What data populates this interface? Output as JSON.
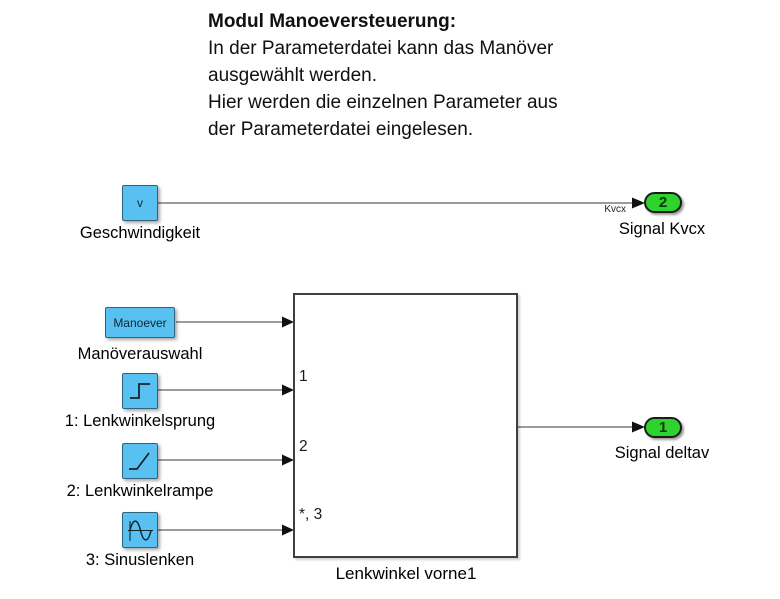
{
  "annotation": {
    "title": "Modul Manoeversteuerung:",
    "lines": [
      "In der Parameterdatei kann das Manöver",
      "ausgewählt werden.",
      "Hier werden die einzelnen Parameter aus",
      "der Parameterdatei eingelesen."
    ]
  },
  "blocks": {
    "geschwindigkeit": {
      "content": "v",
      "label": "Geschwindigkeit"
    },
    "manoever": {
      "content": "Manoever",
      "label": "Manöverauswahl"
    },
    "step": {
      "label": "1: Lenkwinkelsprung"
    },
    "ramp": {
      "label": "2: Lenkwinkelrampe"
    },
    "sine": {
      "label": "3: Sinuslenken"
    },
    "switch": {
      "label": "Lenkwinkel vorne1",
      "port_labels": [
        "1",
        "2",
        "*, 3"
      ]
    }
  },
  "outports": {
    "kvcx": {
      "number": "2",
      "label": "Signal Kvcx",
      "signal_name": "Kvcx"
    },
    "deltav": {
      "number": "1",
      "label": "Signal deltav"
    }
  },
  "colors": {
    "block_fill": "#58c1f2",
    "block_border": "#31637f",
    "outport_fill": "#2ed32e",
    "outport_border": "#1b1b1b",
    "line": "#7b7b7b",
    "text": "#000000"
  }
}
